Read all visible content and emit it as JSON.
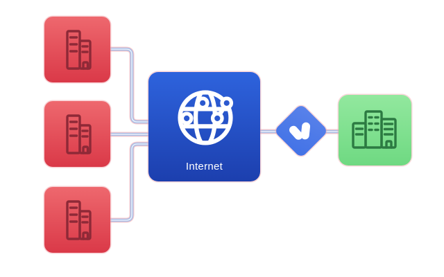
{
  "nodes": {
    "branch_offices": [
      {
        "id": "branch-office-1",
        "icon": "office-building-icon"
      },
      {
        "id": "branch-office-2",
        "icon": "office-building-icon"
      },
      {
        "id": "branch-office-3",
        "icon": "office-building-icon"
      }
    ],
    "internet": {
      "label": "Internet",
      "icon": "globe-network-icon"
    },
    "gateway": {
      "icon": "petal-v-logo-icon",
      "shape": "diamond"
    },
    "headquarters": {
      "icon": "city-buildings-icon"
    }
  },
  "connections": [
    {
      "from": "branch-office-1",
      "to": "internet"
    },
    {
      "from": "branch-office-2",
      "to": "internet"
    },
    {
      "from": "branch-office-3",
      "to": "internet"
    },
    {
      "from": "internet",
      "to": "gateway"
    },
    {
      "from": "gateway",
      "to": "headquarters"
    }
  ],
  "colors": {
    "background": "#ffffff",
    "branch_gradient_top": "#ee686e",
    "branch_gradient_bottom": "#da3948",
    "branch_icon": "#8e2937",
    "internet_gradient_top": "#2e63dd",
    "internet_gradient_bottom": "#1c3fae",
    "internet_label_text": "#ffffff",
    "gateway_fill": "#4d79e8",
    "gateway_logo": "#ffffff",
    "hq_gradient_top": "#92e89e",
    "hq_gradient_bottom": "#6fd982",
    "hq_icon": "#2c7a42",
    "connector": "#a8bce4",
    "connector_core": "#eaf0fb",
    "connector_fringe": "#f2a0a8"
  }
}
